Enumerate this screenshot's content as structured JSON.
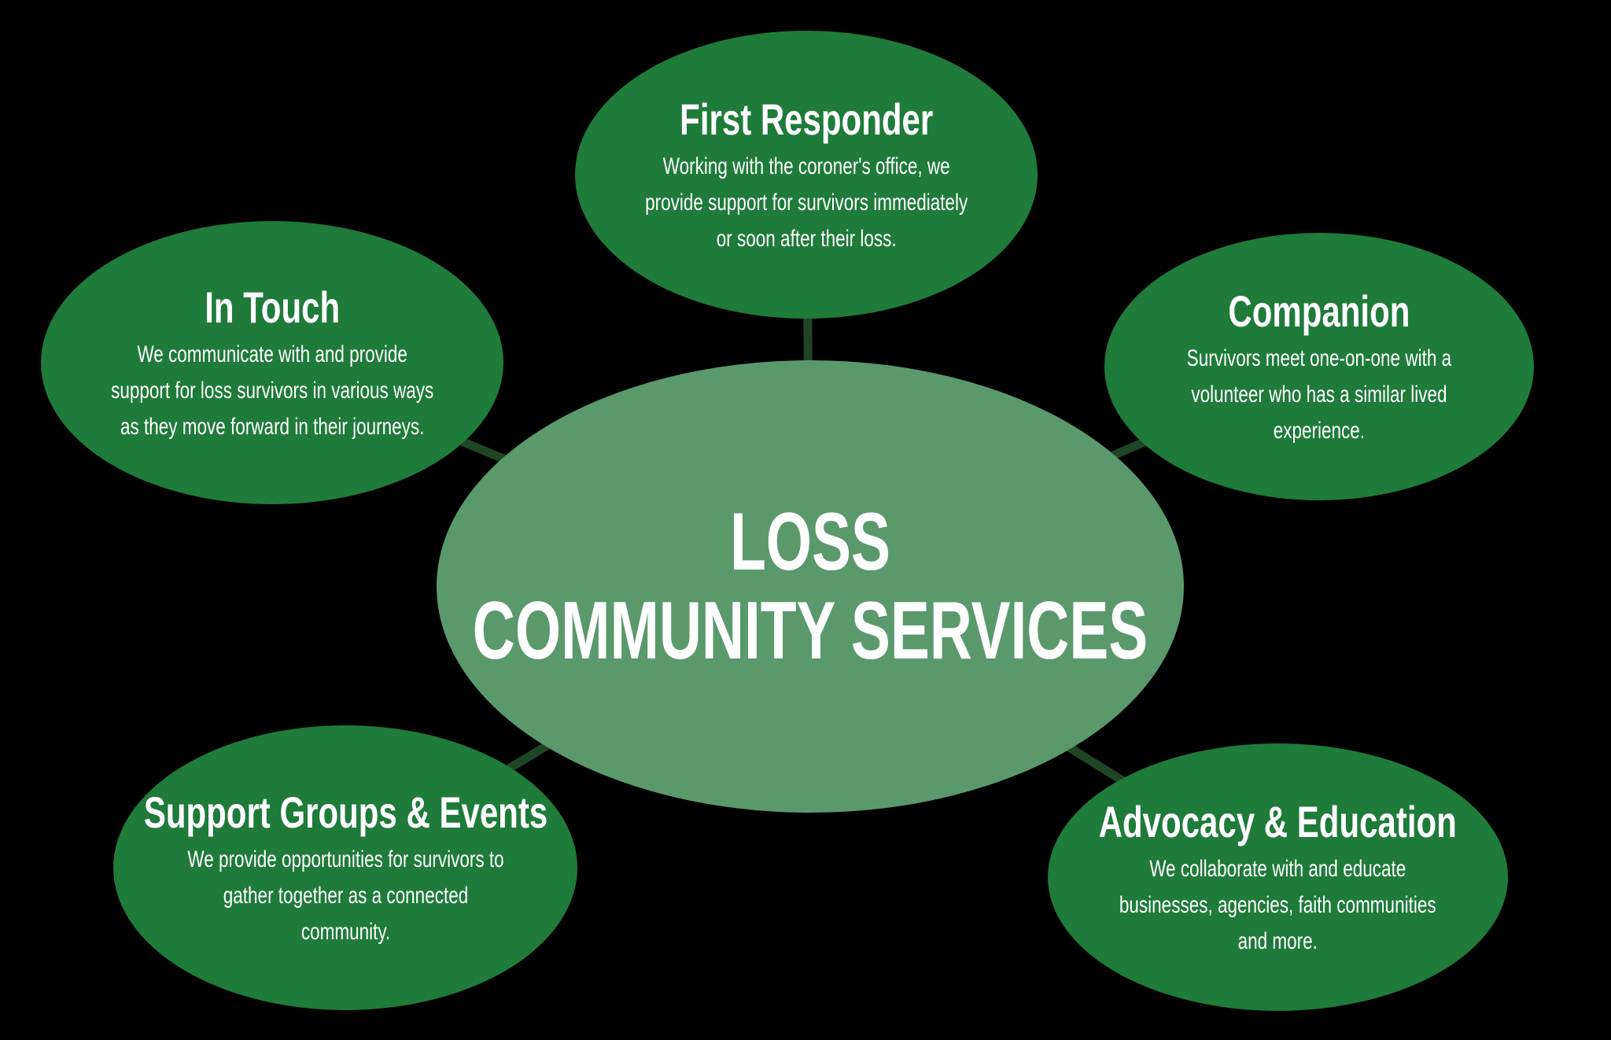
{
  "colors": {
    "background": "#000000",
    "satellite_ellipse": "#1e7b3a",
    "center_ellipse": "#5a996c",
    "connector": "#1f4525",
    "text": "#ffffff"
  },
  "center": {
    "title_lines": [
      "LOSS",
      "COMMUNITY SERVICES"
    ]
  },
  "nodes": [
    {
      "id": "first-responder",
      "title": "First Responder",
      "body_lines": [
        "Working with the coroner's office, we",
        "provide support for survivors immediately",
        "or soon after their loss."
      ]
    },
    {
      "id": "in-touch",
      "title": "In Touch",
      "body_lines": [
        "We communicate with and provide",
        "support for loss survivors in various ways",
        "as they move forward in their journeys."
      ]
    },
    {
      "id": "companion",
      "title": "Companion",
      "body_lines": [
        "Survivors meet one-on-one with a",
        "volunteer who has a similar lived",
        "experience."
      ]
    },
    {
      "id": "support-groups-events",
      "title": "Support Groups & Events",
      "body_lines": [
        "We provide opportunities for survivors to",
        "gather together as a connected",
        "community."
      ]
    },
    {
      "id": "advocacy-education",
      "title": "Advocacy & Education",
      "body_lines": [
        "We collaborate with and educate",
        "businesses, agencies, faith communities",
        "and more."
      ]
    }
  ]
}
